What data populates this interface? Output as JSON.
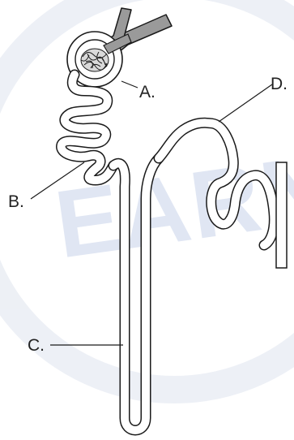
{
  "labels": {
    "a": "A.",
    "b": "B.",
    "c": "C.",
    "d": "D."
  },
  "watermark": {
    "text": "EARNI"
  },
  "colors": {
    "outline": "#1a1a1a",
    "vessel_fill": "#9a9a9a",
    "watermark": "#c8d3ea",
    "label_text": "#222222"
  }
}
